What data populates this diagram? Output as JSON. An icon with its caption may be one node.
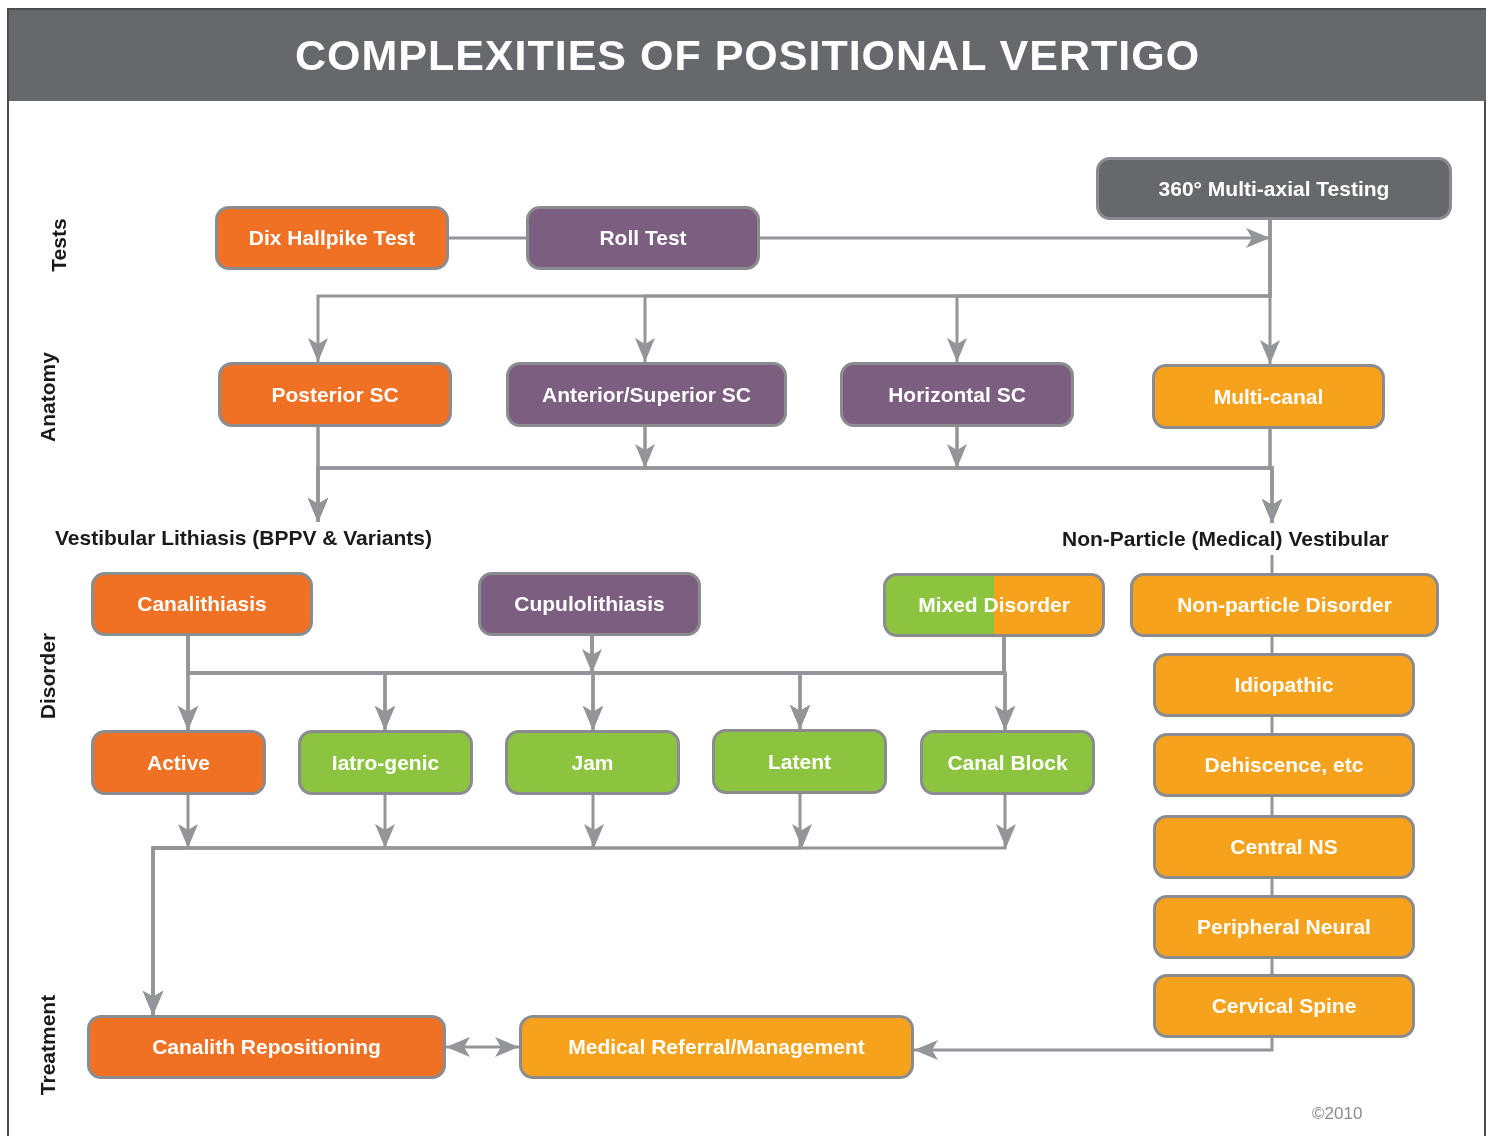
{
  "diagram": {
    "title": "COMPLEXITIES OF POSITIONAL VERTIGO",
    "nodes": [
      {
        "text": [
          "Dix Hallpike Test"
        ]
      },
      {
        "text": [
          "Roll Test"
        ]
      },
      {
        "text": [
          "360° Multi-axial Testing"
        ]
      },
      {
        "text": [
          "Posterior SC"
        ]
      },
      {
        "text": [
          "Anterior/Superior SC"
        ]
      },
      {
        "text": [
          "Horizontal SC"
        ]
      },
      {
        "text": [
          "Multi-canal"
        ]
      },
      {
        "text": [
          "Vestibular Lithiasis (BPPV & Variants)"
        ]
      },
      {
        "text": [
          "Non-Particle (Medical) Vestibular"
        ]
      },
      {
        "text": [
          "Canalithiasis"
        ]
      },
      {
        "text": [
          "Cupulolithiasis"
        ]
      },
      {
        "text": [
          "Mixed Disorder"
        ]
      },
      {
        "text": [
          "Non-particle Disorder"
        ]
      },
      {
        "text": [
          "Active"
        ]
      },
      {
        "text": [
          "Iatro-genic"
        ]
      },
      {
        "text": [
          "Jam"
        ]
      },
      {
        "text": [
          "Latent"
        ]
      },
      {
        "text": [
          "Canal Block"
        ]
      },
      {
        "text": [
          "Idiopathic"
        ]
      },
      {
        "text": [
          "Dehiscence, etc"
        ]
      },
      {
        "text": [
          "Central NS"
        ]
      },
      {
        "text": [
          "Peripheral Neural"
        ]
      },
      {
        "text": [
          "Cervical Spine"
        ]
      },
      {
        "text": [
          "Canalith Repositioning"
        ]
      },
      {
        "text": [
          "Medical Referral/Management"
        ]
      }
    ],
    "edges": [
      {
        "from": 0,
        "to": 1,
        "arrow": "none"
      },
      {
        "from": 1,
        "to": 2,
        "arrow": "to"
      },
      {
        "from": 2,
        "to": 3,
        "arrow": "to"
      },
      {
        "from": 2,
        "to": 4,
        "arrow": "to"
      },
      {
        "from": 2,
        "to": 5,
        "arrow": "to"
      },
      {
        "from": 2,
        "to": 6,
        "arrow": "to"
      },
      {
        "from": 3,
        "to": 7,
        "arrow": "to"
      },
      {
        "from": 3,
        "to": 8,
        "arrow": "to"
      },
      {
        "from": 4,
        "to": 7,
        "arrow": "to"
      },
      {
        "from": 4,
        "to": 8,
        "arrow": "to"
      },
      {
        "from": 5,
        "to": 7,
        "arrow": "to"
      },
      {
        "from": 5,
        "to": 8,
        "arrow": "to"
      },
      {
        "from": 6,
        "to": 7,
        "arrow": "to"
      },
      {
        "from": 6,
        "to": 8,
        "arrow": "to"
      },
      {
        "from": 8,
        "to": 12,
        "arrow": "none"
      },
      {
        "from": 9,
        "to": 13,
        "arrow": "to"
      },
      {
        "from": 9,
        "to": 14,
        "arrow": "to"
      },
      {
        "from": 9,
        "to": 15,
        "arrow": "to"
      },
      {
        "from": 9,
        "to": 16,
        "arrow": "to"
      },
      {
        "from": 9,
        "to": 17,
        "arrow": "to"
      },
      {
        "from": 10,
        "to": 13,
        "arrow": "to"
      },
      {
        "from": 10,
        "to": 14,
        "arrow": "to"
      },
      {
        "from": 10,
        "to": 15,
        "arrow": "to"
      },
      {
        "from": 10,
        "to": 16,
        "arrow": "to"
      },
      {
        "from": 10,
        "to": 17,
        "arrow": "to"
      },
      {
        "from": 11,
        "to": 13,
        "arrow": "to"
      },
      {
        "from": 11,
        "to": 14,
        "arrow": "to"
      },
      {
        "from": 11,
        "to": 15,
        "arrow": "to"
      },
      {
        "from": 11,
        "to": 16,
        "arrow": "to"
      },
      {
        "from": 11,
        "to": 17,
        "arrow": "to"
      },
      {
        "from": 13,
        "to": 23,
        "arrow": "to"
      },
      {
        "from": 14,
        "to": 23,
        "arrow": "to"
      },
      {
        "from": 15,
        "to": 23,
        "arrow": "to"
      },
      {
        "from": 16,
        "to": 23,
        "arrow": "to"
      },
      {
        "from": 17,
        "to": 23,
        "arrow": "to"
      },
      {
        "from": 12,
        "to": 18,
        "arrow": "none"
      },
      {
        "from": 18,
        "to": 19,
        "arrow": "none"
      },
      {
        "from": 19,
        "to": 20,
        "arrow": "none"
      },
      {
        "from": 20,
        "to": 21,
        "arrow": "none"
      },
      {
        "from": 21,
        "to": 22,
        "arrow": "none"
      },
      {
        "from": 22,
        "to": 24,
        "arrow": "to"
      },
      {
        "from": 23,
        "to": 24,
        "arrow": "both"
      }
    ],
    "labels": [
      "Tests",
      "Anatomy",
      "Disorder",
      "Treatment",
      "©2010"
    ]
  }
}
